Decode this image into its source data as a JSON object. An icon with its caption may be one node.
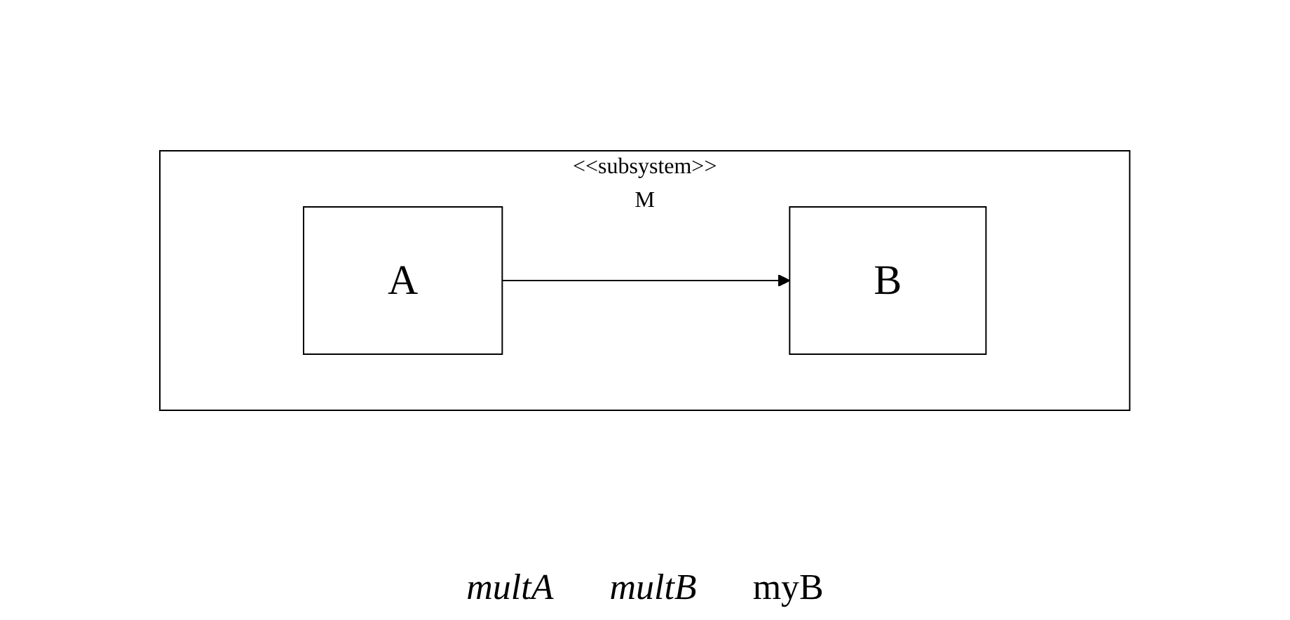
{
  "diagram": {
    "nodes": [
      {
        "text": [
          "<<subsystem>>",
          "M"
        ]
      },
      {
        "text": [
          "A"
        ],
        "in": 0
      },
      {
        "text": [
          "B"
        ],
        "in": 0
      }
    ],
    "edges": [
      {
        "from": 1,
        "to": 2,
        "arrow": "to"
      }
    ],
    "labels": [
      "multA",
      "multB",
      "myB"
    ]
  }
}
